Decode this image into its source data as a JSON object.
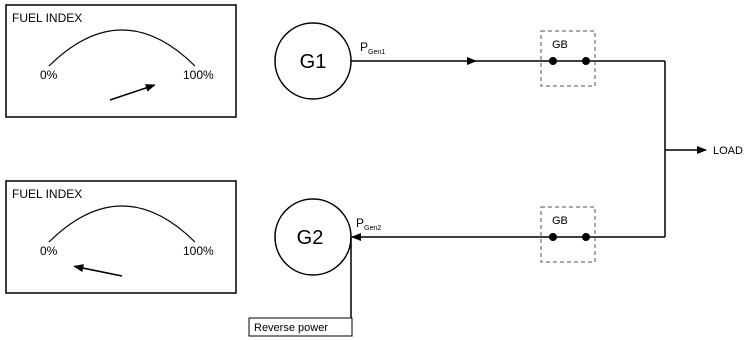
{
  "panels": [
    {
      "title": "FUEL INDEX",
      "min_label": "0%",
      "max_label": "100%",
      "needle_level": 0.85
    },
    {
      "title": "FUEL INDEX",
      "min_label": "0%",
      "max_label": "100%",
      "needle_level": 0.1
    }
  ],
  "generators": [
    {
      "label": "G1",
      "power_main": "P",
      "power_sub": "Gen1",
      "flow": "to-breaker"
    },
    {
      "label": "G2",
      "power_main": "P",
      "power_sub": "Gen2",
      "flow": "into-generator"
    }
  ],
  "breakers": [
    {
      "label": "GB"
    },
    {
      "label": "GB"
    }
  ],
  "load_label": "LOAD",
  "reverse_power_label": "Reverse power",
  "colors": {
    "line": "#000000",
    "panel_border": "#000000",
    "breaker_border": "#555555",
    "background": "#ffffff"
  }
}
